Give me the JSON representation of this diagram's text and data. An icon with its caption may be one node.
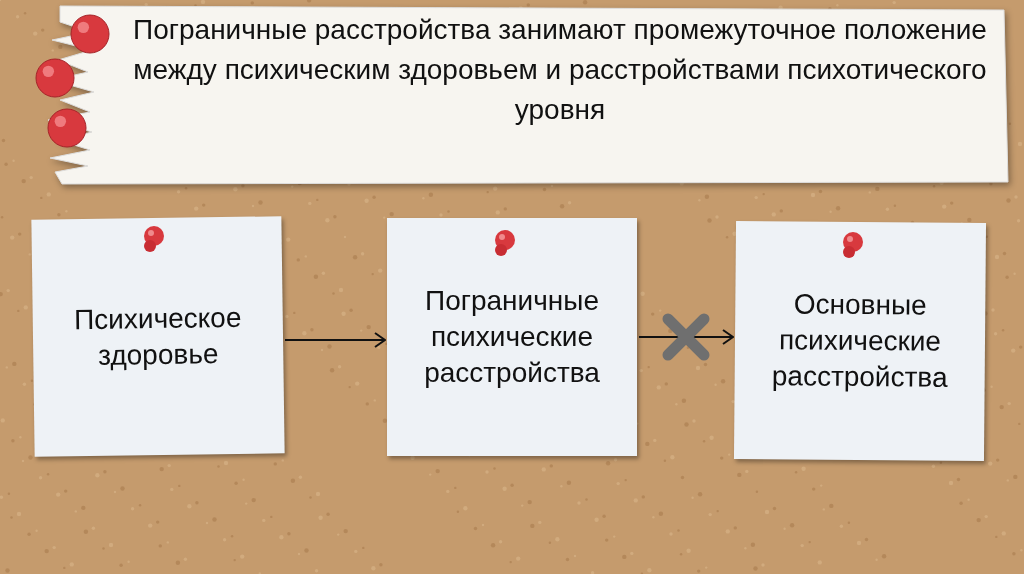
{
  "diagram": {
    "title": "Пограничные расстройства занимают промежуточное положение между психическим здоровьем и расстройствами психотического уровня",
    "nodes": [
      {
        "text": [
          "Психическое здоровье"
        ]
      },
      {
        "text": [
          "Пограничные психические расстройства"
        ]
      },
      {
        "text": [
          "Основные психические расстройства"
        ]
      }
    ],
    "edges": [
      {
        "from": 0,
        "to": 1,
        "arrow": "to"
      },
      {
        "from": 1,
        "to": 2,
        "arrow": "to"
      }
    ]
  }
}
